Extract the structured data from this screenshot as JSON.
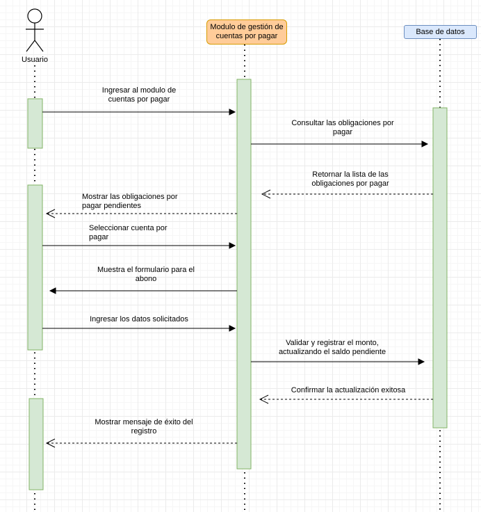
{
  "participants": {
    "usuario": "Usuario",
    "modulo_line1": "Modulo de gestión de",
    "modulo_line2": "cuentas por pagar",
    "base_datos": "Base de datos"
  },
  "messages": [
    {
      "from": "Usuario",
      "to": "Modulo",
      "style": "solid",
      "line1": "Ingresar al modulo de",
      "line2": "cuentas por pagar"
    },
    {
      "from": "Modulo",
      "to": "Base de datos",
      "style": "solid",
      "line1": "Consultar las obligaciones por",
      "line2": "pagar"
    },
    {
      "from": "Base de datos",
      "to": "Modulo",
      "style": "dashed",
      "line1": "Retornar la lista de las",
      "line2": "obligaciones por pagar"
    },
    {
      "from": "Modulo",
      "to": "Usuario",
      "style": "dashed",
      "line1": "Mostrar las obligaciones por",
      "line2": "pagar pendientes"
    },
    {
      "from": "Usuario",
      "to": "Modulo",
      "style": "solid",
      "line1": "Seleccionar cuenta por",
      "line2": "pagar"
    },
    {
      "from": "Modulo",
      "to": "Usuario",
      "style": "solid",
      "line1": "Muestra el formulario para el",
      "line2": "abono"
    },
    {
      "from": "Usuario",
      "to": "Modulo",
      "style": "solid",
      "line1": "Ingresar los datos solicitados",
      "line2": ""
    },
    {
      "from": "Modulo",
      "to": "Base de datos",
      "style": "solid",
      "line1": "Validar y registrar el monto,",
      "line2": "actualizando el saldo pendiente"
    },
    {
      "from": "Base de datos",
      "to": "Modulo",
      "style": "dashed",
      "line1": "Confirmar la actualización exitosa",
      "line2": ""
    },
    {
      "from": "Modulo",
      "to": "Usuario",
      "style": "dashed",
      "line1": "Mostrar mensaje de éxito del",
      "line2": "registro"
    }
  ],
  "colors": {
    "activation_fill": "#d5e8d4",
    "activation_stroke": "#82b366",
    "modulo_fill": "#ffcc99",
    "modulo_stroke": "#d79b00",
    "bd_fill": "#dae8fc",
    "bd_stroke": "#6c8ebf"
  }
}
